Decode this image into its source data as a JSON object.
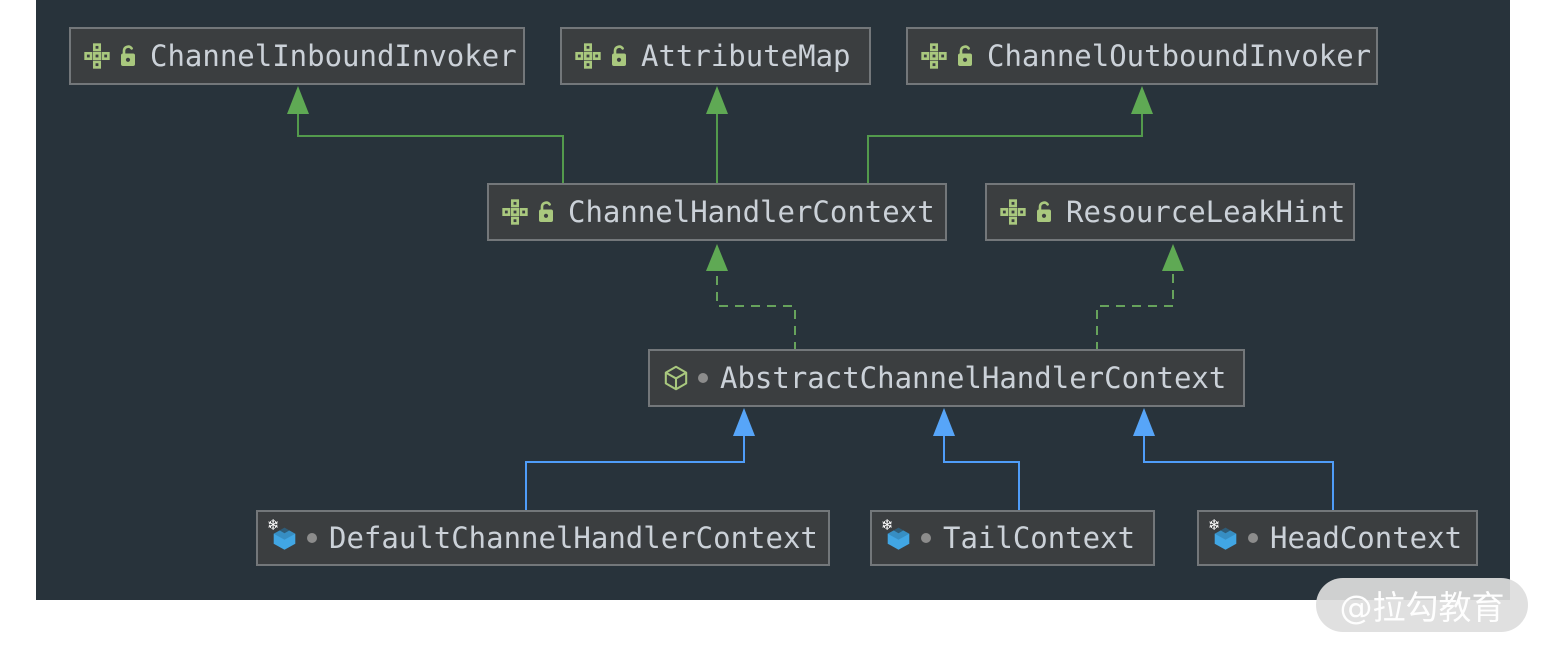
{
  "diagram": {
    "kind": "uml-class-diagram",
    "background_color": "#28333B",
    "node_fill": "#3B3E40",
    "node_border": "#73777A",
    "label_color": "#CBD1D8",
    "interface_edge_color": "#539A4C",
    "class_edge_color": "#4F9DF8",
    "interface_icon_color": "#A9C87E",
    "final_class_icon_color": "#41A6E4"
  },
  "icons": {
    "interface": "grid-plus-interface-icon",
    "public_visibility": "open-lock-icon",
    "abstract_class": "cube-outline-icon",
    "final_class": "blue-cube-icon",
    "final_marker": "snowflake-icon",
    "package_private_visibility": "gray-dot-icon",
    "snowflake_glyph": "❄"
  },
  "nodes": [
    {
      "name": "ChannelInboundInvoker",
      "kind": "interface",
      "visibility": "public"
    },
    {
      "name": "AttributeMap",
      "kind": "interface",
      "visibility": "public"
    },
    {
      "name": "ChannelOutboundInvoker",
      "kind": "interface",
      "visibility": "public"
    },
    {
      "name": "ChannelHandlerContext",
      "kind": "interface",
      "visibility": "public"
    },
    {
      "name": "ResourceLeakHint",
      "kind": "interface",
      "visibility": "public"
    },
    {
      "name": "AbstractChannelHandlerContext",
      "kind": "abstract-class",
      "visibility": "package-private"
    },
    {
      "name": "DefaultChannelHandlerContext",
      "kind": "final-class",
      "visibility": "package-private"
    },
    {
      "name": "TailContext",
      "kind": "final-class",
      "visibility": "package-private"
    },
    {
      "name": "HeadContext",
      "kind": "final-class",
      "visibility": "package-private"
    }
  ],
  "edges": [
    {
      "from": "ChannelHandlerContext",
      "to": "ChannelInboundInvoker",
      "relation": "extends",
      "line": "solid",
      "color": "green"
    },
    {
      "from": "ChannelHandlerContext",
      "to": "AttributeMap",
      "relation": "extends",
      "line": "solid",
      "color": "green"
    },
    {
      "from": "ChannelHandlerContext",
      "to": "ChannelOutboundInvoker",
      "relation": "extends",
      "line": "solid",
      "color": "green"
    },
    {
      "from": "AbstractChannelHandlerContext",
      "to": "ChannelHandlerContext",
      "relation": "implements",
      "line": "dashed",
      "color": "green"
    },
    {
      "from": "AbstractChannelHandlerContext",
      "to": "ResourceLeakHint",
      "relation": "implements",
      "line": "dashed",
      "color": "green"
    },
    {
      "from": "DefaultChannelHandlerContext",
      "to": "AbstractChannelHandlerContext",
      "relation": "extends",
      "line": "solid",
      "color": "blue"
    },
    {
      "from": "TailContext",
      "to": "AbstractChannelHandlerContext",
      "relation": "extends",
      "line": "solid",
      "color": "blue"
    },
    {
      "from": "HeadContext",
      "to": "AbstractChannelHandlerContext",
      "relation": "extends",
      "line": "solid",
      "color": "blue"
    }
  ],
  "watermark": {
    "text": "@拉勾教育"
  }
}
